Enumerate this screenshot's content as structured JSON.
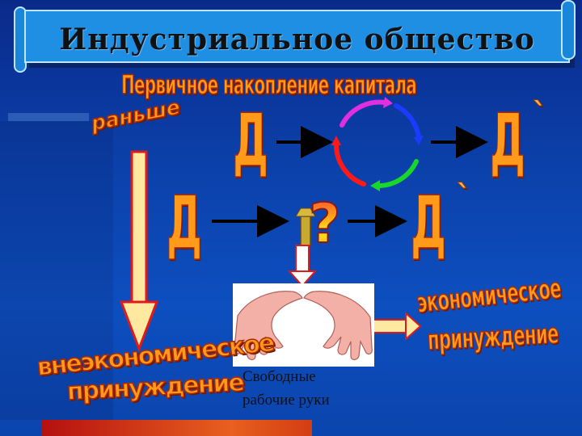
{
  "title": "Индустриальное  общество",
  "heading": "Первичное накопление капитала",
  "before_label": "раньше",
  "money_symbol": "Д",
  "money_prime_mark": "`",
  "question_mark": "?",
  "non_economic": {
    "line1": "внеэкономическое",
    "line2": "принуждение"
  },
  "economic": {
    "line1": "экономическое",
    "line2": "принуждение"
  },
  "caption": {
    "line1": "Свободные",
    "line2": "рабочие руки"
  },
  "colors": {
    "background": "#0d4fbf",
    "banner": "#1f8fe3",
    "word_art_fill": "#ff9a1a",
    "word_art_outline": "#b02a00",
    "cycle_magenta": "#e02ee0",
    "cycle_blue": "#1a3cff",
    "cycle_red": "#ff1a1a",
    "cycle_green": "#1ad62a",
    "arrow_black": "#000000",
    "down_arrow_fill": "#ffe8a0",
    "down_arrow_border": "#e01a1a"
  }
}
